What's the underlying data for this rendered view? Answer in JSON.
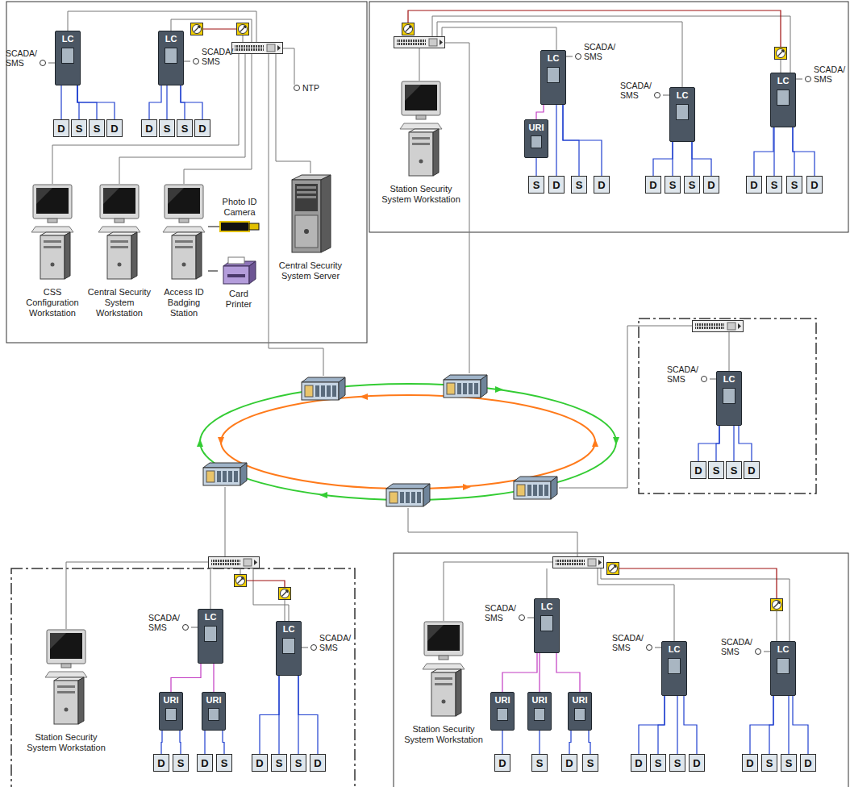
{
  "diagram": {
    "nodes": [
      {
        "text": [
          "LC"
        ]
      },
      {
        "text": [
          "SCADA/ SMS"
        ]
      },
      {
        "text": [
          "D"
        ]
      },
      {
        "text": [
          "S"
        ]
      },
      {
        "text": [
          "S"
        ]
      },
      {
        "text": [
          "D"
        ]
      },
      {
        "text": [
          "LC"
        ]
      },
      {
        "text": [
          "SCADA/ SMS"
        ]
      },
      {
        "text": [
          "D"
        ]
      },
      {
        "text": [
          "S"
        ]
      },
      {
        "text": [
          "S"
        ]
      },
      {
        "text": [
          "D"
        ]
      },
      {
        "text": [
          "NTP"
        ]
      },
      {
        "text": [
          "CSS Configuration Workstation"
        ]
      },
      {
        "text": [
          "Central Security System Workstation"
        ]
      },
      {
        "text": [
          "Access ID Badging Station"
        ]
      },
      {
        "text": [
          "Photo ID Camera"
        ]
      },
      {
        "text": [
          "Card Printer"
        ]
      },
      {
        "text": [
          "Central Security System Server"
        ]
      },
      {
        "text": [
          "Station Security System Workstation"
        ]
      },
      {
        "text": [
          "LC"
        ]
      },
      {
        "text": [
          "SCADA/ SMS"
        ]
      },
      {
        "text": [
          "URI"
        ]
      },
      {
        "text": [
          "S"
        ]
      },
      {
        "text": [
          "D"
        ]
      },
      {
        "text": [
          "S"
        ]
      },
      {
        "text": [
          "D"
        ]
      },
      {
        "text": [
          "LC"
        ]
      },
      {
        "text": [
          "SCADA/ SMS"
        ]
      },
      {
        "text": [
          "D"
        ]
      },
      {
        "text": [
          "S"
        ]
      },
      {
        "text": [
          "S"
        ]
      },
      {
        "text": [
          "D"
        ]
      },
      {
        "text": [
          "LC"
        ]
      },
      {
        "text": [
          "SCADA/ SMS"
        ]
      },
      {
        "text": [
          "D"
        ]
      },
      {
        "text": [
          "S"
        ]
      },
      {
        "text": [
          "S"
        ]
      },
      {
        "text": [
          "D"
        ]
      },
      {
        "text": [
          "LC"
        ]
      },
      {
        "text": [
          "SCADA/ SMS"
        ]
      },
      {
        "text": [
          "D"
        ]
      },
      {
        "text": [
          "S"
        ]
      },
      {
        "text": [
          "S"
        ]
      },
      {
        "text": [
          "D"
        ]
      },
      {
        "text": [
          "Station Security System Workstation"
        ]
      },
      {
        "text": [
          "LC"
        ]
      },
      {
        "text": [
          "SCADA/ SMS"
        ]
      },
      {
        "text": [
          "URI"
        ]
      },
      {
        "text": [
          "URI"
        ]
      },
      {
        "text": [
          "D"
        ]
      },
      {
        "text": [
          "S"
        ]
      },
      {
        "text": [
          "D"
        ]
      },
      {
        "text": [
          "S"
        ]
      },
      {
        "text": [
          "LC"
        ]
      },
      {
        "text": [
          "SCADA/ SMS"
        ]
      },
      {
        "text": [
          "D"
        ]
      },
      {
        "text": [
          "S"
        ]
      },
      {
        "text": [
          "S"
        ]
      },
      {
        "text": [
          "D"
        ]
      },
      {
        "text": [
          "Station Security System Workstation"
        ]
      },
      {
        "text": [
          "LC"
        ]
      },
      {
        "text": [
          "SCADA/ SMS"
        ]
      },
      {
        "text": [
          "URI"
        ]
      },
      {
        "text": [
          "URI"
        ]
      },
      {
        "text": [
          "URI"
        ]
      },
      {
        "text": [
          "D"
        ]
      },
      {
        "text": [
          "S"
        ]
      },
      {
        "text": [
          "D"
        ]
      },
      {
        "text": [
          "S"
        ]
      },
      {
        "text": [
          "LC"
        ]
      },
      {
        "text": [
          "SCADA/ SMS"
        ]
      },
      {
        "text": [
          "D"
        ]
      },
      {
        "text": [
          "S"
        ]
      },
      {
        "text": [
          "S"
        ]
      },
      {
        "text": [
          "D"
        ]
      },
      {
        "text": [
          "LC"
        ]
      },
      {
        "text": [
          "SCADA/ SMS"
        ]
      },
      {
        "text": [
          "D"
        ]
      },
      {
        "text": [
          "S"
        ]
      },
      {
        "text": [
          "S"
        ]
      },
      {
        "text": [
          "D"
        ]
      }
    ],
    "edges": [
      {
        "from": 0,
        "to": 1,
        "arrow": "none"
      },
      {
        "from": 0,
        "to": 2,
        "arrow": "none"
      },
      {
        "from": 0,
        "to": 3,
        "arrow": "none"
      },
      {
        "from": 0,
        "to": 4,
        "arrow": "none"
      },
      {
        "from": 0,
        "to": 5,
        "arrow": "none"
      },
      {
        "from": 6,
        "to": 7,
        "arrow": "none"
      },
      {
        "from": 6,
        "to": 8,
        "arrow": "none"
      },
      {
        "from": 6,
        "to": 9,
        "arrow": "none"
      },
      {
        "from": 6,
        "to": 10,
        "arrow": "none"
      },
      {
        "from": 6,
        "to": 11,
        "arrow": "none"
      },
      {
        "from": 15,
        "to": 16,
        "arrow": "none"
      },
      {
        "from": 15,
        "to": 17,
        "arrow": "none"
      },
      {
        "from": 20,
        "to": 21,
        "arrow": "none"
      },
      {
        "from": 20,
        "to": 22,
        "arrow": "none"
      },
      {
        "from": 22,
        "to": 23,
        "arrow": "none"
      },
      {
        "from": 20,
        "to": 24,
        "arrow": "none"
      },
      {
        "from": 20,
        "to": 25,
        "arrow": "none"
      },
      {
        "from": 20,
        "to": 26,
        "arrow": "none"
      },
      {
        "from": 27,
        "to": 28,
        "arrow": "none"
      },
      {
        "from": 27,
        "to": 29,
        "arrow": "none"
      },
      {
        "from": 27,
        "to": 30,
        "arrow": "none"
      },
      {
        "from": 27,
        "to": 31,
        "arrow": "none"
      },
      {
        "from": 27,
        "to": 32,
        "arrow": "none"
      },
      {
        "from": 33,
        "to": 34,
        "arrow": "none"
      },
      {
        "from": 33,
        "to": 35,
        "arrow": "none"
      },
      {
        "from": 33,
        "to": 36,
        "arrow": "none"
      },
      {
        "from": 33,
        "to": 37,
        "arrow": "none"
      },
      {
        "from": 33,
        "to": 38,
        "arrow": "none"
      },
      {
        "from": 39,
        "to": 40,
        "arrow": "none"
      },
      {
        "from": 39,
        "to": 41,
        "arrow": "none"
      },
      {
        "from": 39,
        "to": 42,
        "arrow": "none"
      },
      {
        "from": 39,
        "to": 43,
        "arrow": "none"
      },
      {
        "from": 39,
        "to": 44,
        "arrow": "none"
      },
      {
        "from": 46,
        "to": 47,
        "arrow": "none"
      },
      {
        "from": 46,
        "to": 48,
        "arrow": "none"
      },
      {
        "from": 46,
        "to": 49,
        "arrow": "none"
      },
      {
        "from": 48,
        "to": 50,
        "arrow": "none"
      },
      {
        "from": 48,
        "to": 51,
        "arrow": "none"
      },
      {
        "from": 49,
        "to": 52,
        "arrow": "none"
      },
      {
        "from": 49,
        "to": 53,
        "arrow": "none"
      },
      {
        "from": 54,
        "to": 55,
        "arrow": "none"
      },
      {
        "from": 54,
        "to": 56,
        "arrow": "none"
      },
      {
        "from": 54,
        "to": 57,
        "arrow": "none"
      },
      {
        "from": 54,
        "to": 58,
        "arrow": "none"
      },
      {
        "from": 54,
        "to": 59,
        "arrow": "none"
      },
      {
        "from": 61,
        "to": 62,
        "arrow": "none"
      },
      {
        "from": 61,
        "to": 63,
        "arrow": "none"
      },
      {
        "from": 61,
        "to": 64,
        "arrow": "none"
      },
      {
        "from": 61,
        "to": 65,
        "arrow": "none"
      },
      {
        "from": 63,
        "to": 66,
        "arrow": "none"
      },
      {
        "from": 64,
        "to": 67,
        "arrow": "none"
      },
      {
        "from": 65,
        "to": 68,
        "arrow": "none"
      },
      {
        "from": 65,
        "to": 69,
        "arrow": "none"
      },
      {
        "from": 70,
        "to": 71,
        "arrow": "none"
      },
      {
        "from": 70,
        "to": 72,
        "arrow": "none"
      },
      {
        "from": 70,
        "to": 73,
        "arrow": "none"
      },
      {
        "from": 70,
        "to": 74,
        "arrow": "none"
      },
      {
        "from": 70,
        "to": 75,
        "arrow": "none"
      },
      {
        "from": 76,
        "to": 77,
        "arrow": "none"
      },
      {
        "from": 76,
        "to": 78,
        "arrow": "none"
      },
      {
        "from": 76,
        "to": 79,
        "arrow": "none"
      },
      {
        "from": 76,
        "to": 80,
        "arrow": "none"
      },
      {
        "from": 76,
        "to": 81,
        "arrow": "none"
      }
    ]
  }
}
